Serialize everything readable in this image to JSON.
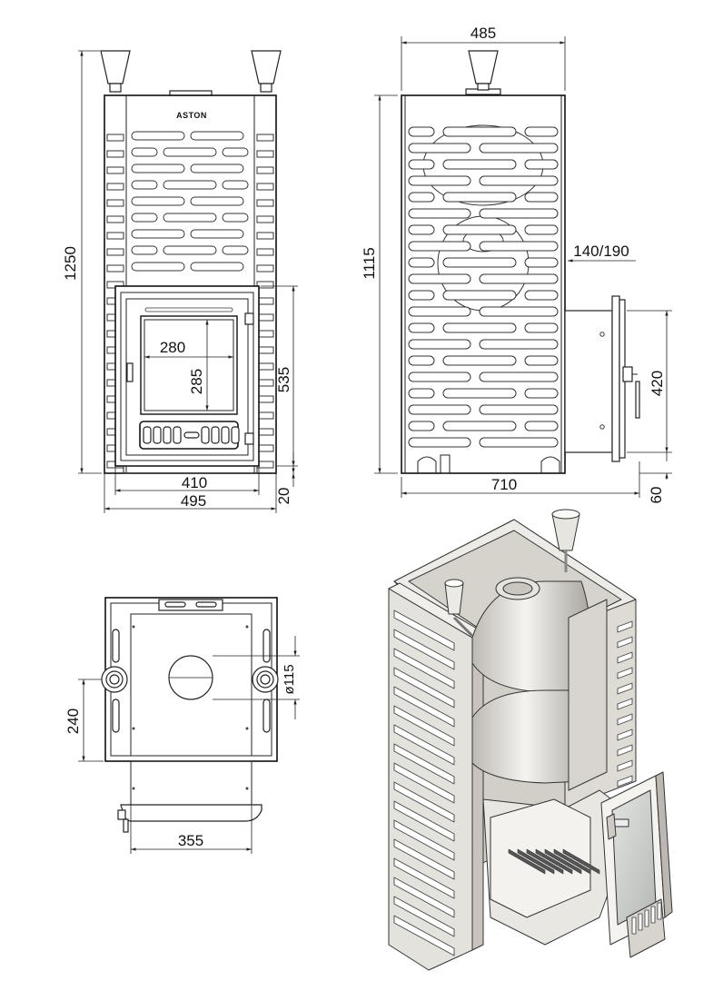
{
  "logo_text": "ASTON",
  "dimensions": {
    "front_height_total": "1250",
    "door_height": "535",
    "glass_width": "280",
    "glass_height": "285",
    "door_frame_width": "410",
    "body_width": "495",
    "leg_height": "20",
    "side_width": "485",
    "side_height": "1115",
    "tunnel_length": "140/190",
    "tunnel_height": "420",
    "side_total_depth": "710",
    "side_leg_height": "60",
    "chimney_offset": "240",
    "flue_diameter": "ø115",
    "door_width_top": "355"
  },
  "colors": {
    "line": "#222222",
    "metal_light": "#e9e7e2",
    "metal_mid": "#c9c6bf",
    "metal_dark": "#8f8b84",
    "glass": "#cfd3cf"
  }
}
